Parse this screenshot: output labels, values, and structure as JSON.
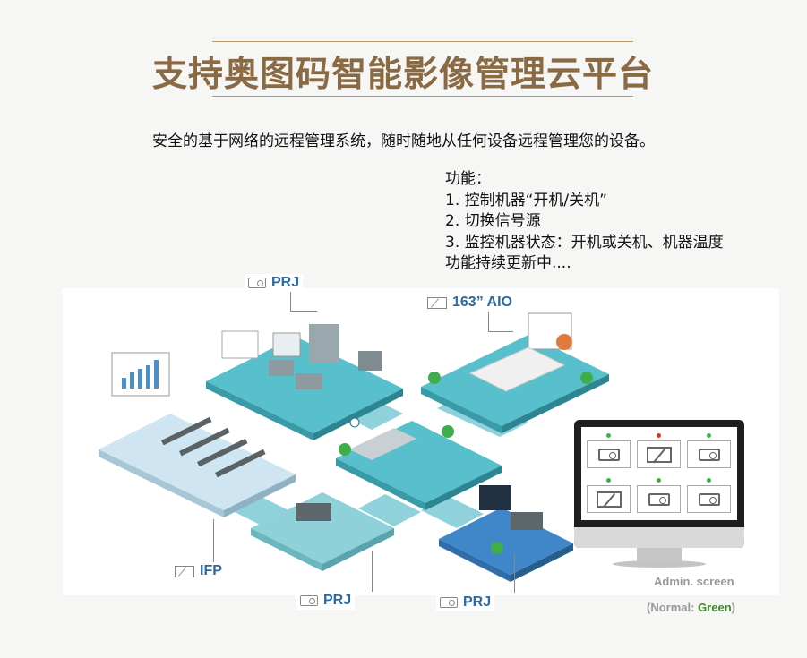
{
  "title": "支持奥图码智能影像管理云平台",
  "subtitle": "安全的基于网络的远程管理系统，随时随地从任何设备远程管理您的设备。",
  "features": {
    "heading": "功能：",
    "items": [
      "1. 控制机器“开机/关机”",
      "2. 切换信号源",
      "3. 监控机器状态：开机或关机、机器温度"
    ],
    "footer": "功能持续更新中...."
  },
  "labels": {
    "prj_top": "PRJ",
    "aio": "163” AIO",
    "ifp": "IFP",
    "prj_bottom_left": "PRJ",
    "prj_bottom_right": "PRJ"
  },
  "admin": {
    "caption": "Admin. screen",
    "legend_prefix": "(Normal: ",
    "legend_word": "Green",
    "legend_suffix": ")",
    "tiles": [
      {
        "icon": "projector-icon",
        "status": "green"
      },
      {
        "icon": "screen-icon",
        "status": "red"
      },
      {
        "icon": "projector-icon",
        "status": "green"
      },
      {
        "icon": "screen-icon",
        "status": "green"
      },
      {
        "icon": "projector-icon",
        "status": "green"
      },
      {
        "icon": "projector-icon",
        "status": "green"
      }
    ]
  },
  "colors": {
    "title": "#8a6a43",
    "label_blue": "#2c6aa0",
    "status_green": "#3db34a",
    "status_red": "#d9342b"
  }
}
